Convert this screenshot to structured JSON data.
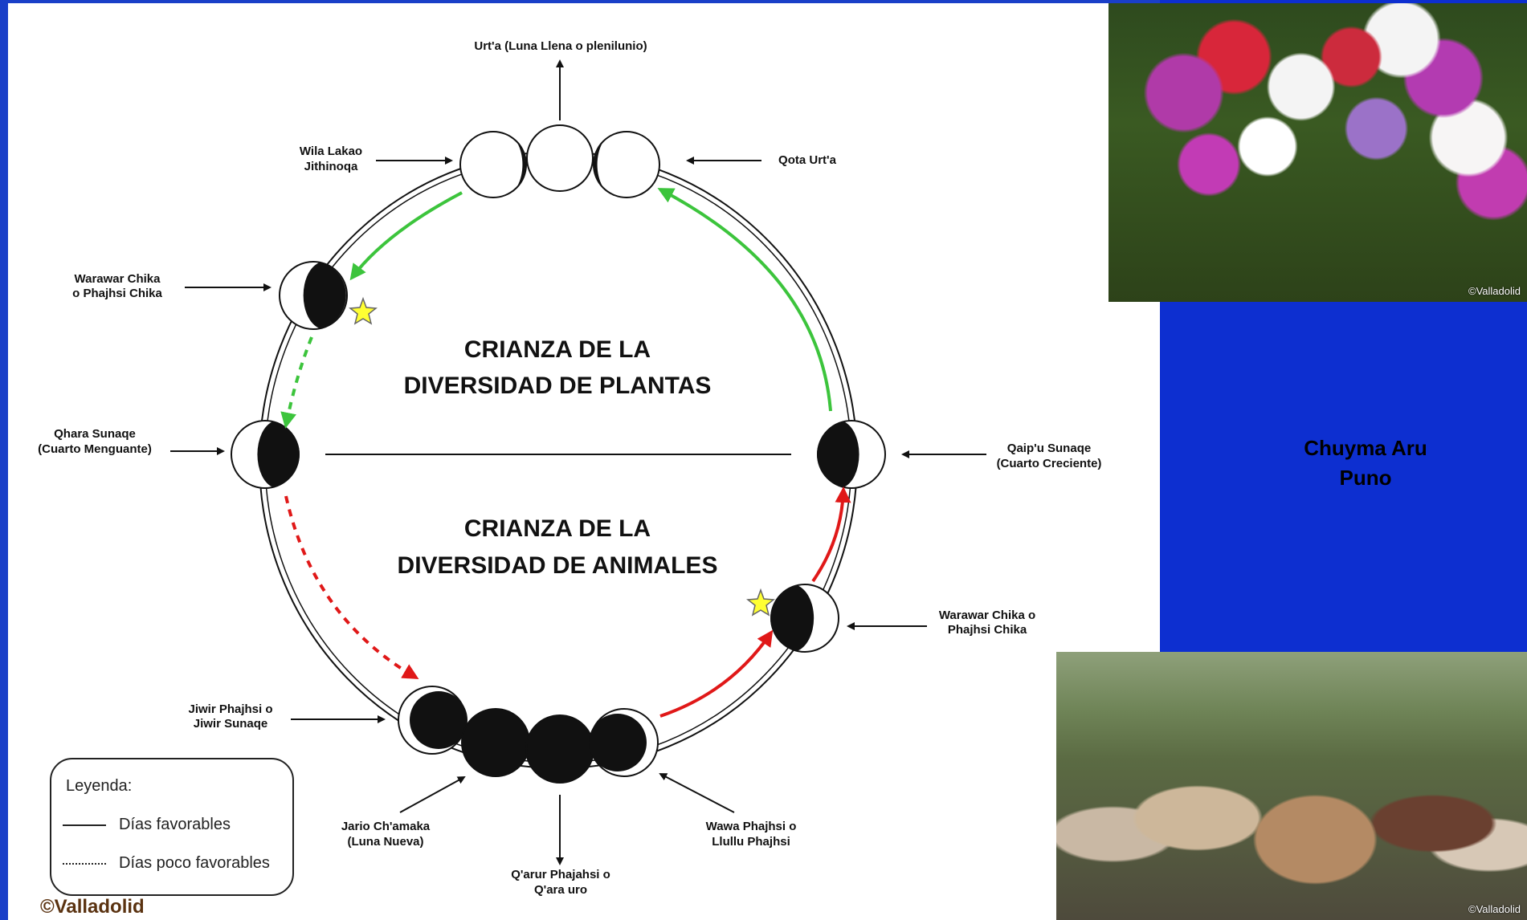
{
  "diagram": {
    "title_top_line1": "CRIANZA DE  LA",
    "title_top_line2": "DIVERSIDAD DE PLANTAS",
    "title_bottom_line1": "CRIANZA DE  LA",
    "title_bottom_line2": "DIVERSIDAD DE ANIMALES",
    "labels": {
      "top": "Urt'a (Luna Llena o plenilunio)",
      "wila_1": "Wila Lakao",
      "wila_2": "Jithinoqa",
      "qota": "Qota Urt'a",
      "warawar_left_1": "Warawar Chika",
      "warawar_left_2": "o Phajhsi Chika",
      "qhara_1": "Qhara Sunaqe",
      "qhara_2": "(Cuarto Menguante)",
      "qaipu_1": "Qaip'u Sunaqe",
      "qaipu_2": "(Cuarto Creciente)",
      "warawar_right_1": "Warawar Chika o",
      "warawar_right_2": "Phajhsi Chika",
      "jiwir_1": "Jiwir Phajhsi o",
      "jiwir_2": "Jiwir Sunaqe",
      "jario_1": "Jario Ch'amaka",
      "jario_2": "(Luna Nueva)",
      "qarur_1": "Q'arur Phajahsi o",
      "qarur_2": "Q'ara uro",
      "wawa_1": "Wawa Phajhsi o",
      "wawa_2": "Llullu Phajhsi"
    },
    "colors": {
      "green_arrow": "#3cc43c",
      "red_arrow": "#e01818",
      "star": "#ffff33"
    }
  },
  "legend": {
    "title": "Leyenda:",
    "favorable": "Días favorables",
    "poco_favorable": "Días poco favorables"
  },
  "copyright": "©Valladolid",
  "photos": {
    "credit_top": "©Valladolid",
    "credit_bottom": "©Valladolid"
  },
  "side_caption": {
    "line1": "Chuyma Aru",
    "line2": "Puno"
  }
}
